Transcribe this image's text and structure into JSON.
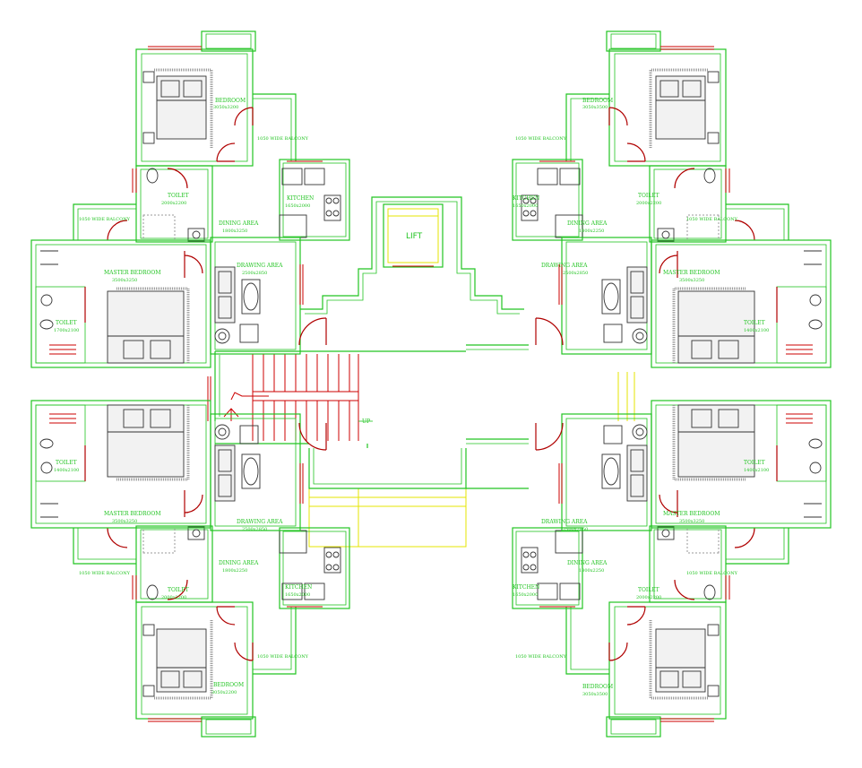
{
  "plan": {
    "lift_label": "LIFT",
    "stair_label": "UP",
    "units": [
      {
        "id": "tl",
        "bedroom": {
          "name": "BEDROOM",
          "size": "3050x3200"
        },
        "balcony_top": "1050 WIDE BALCONY",
        "kitchen": {
          "name": "KITCHEN",
          "size": "1650x2000"
        },
        "toilet": {
          "name": "TOILET",
          "size": "2000x2200"
        },
        "balcony_side": "1050 WIDE BALCONY",
        "dining": {
          "name": "DINING AREA",
          "size": "1800x3250"
        },
        "drawing": {
          "name": "DRAWING AREA",
          "size": "2500x2850"
        },
        "master": {
          "name": "MASTER BEDROOM",
          "size": "3500x3250"
        },
        "toilet2": {
          "name": "TOILET",
          "size": "1700x2100"
        }
      },
      {
        "id": "tr",
        "bedroom": {
          "name": "BEDROOM",
          "size": "3050x3500"
        },
        "balcony_top": "1050 WIDE BALCONY",
        "kitchen": {
          "name": "KITCHEN",
          "size": "1650x2000"
        },
        "toilet": {
          "name": "TOILET",
          "size": "2000x2200"
        },
        "balcony_side": "1050 WIDE BALCONY",
        "dining": {
          "name": "DINING AREA",
          "size": "1800x2250"
        },
        "drawing": {
          "name": "DRAWING AREA",
          "size": "2500x2850"
        },
        "master": {
          "name": "MASTER BEDROOM",
          "size": "3500x3250"
        },
        "toilet2": {
          "name": "TOILET",
          "size": "1400x2100"
        }
      },
      {
        "id": "bl",
        "bedroom": {
          "name": "BEDROOM",
          "size": "3050x2200"
        },
        "balcony_top": "1050 WIDE BALCONY",
        "kitchen": {
          "name": "KITCHEN",
          "size": "1650x2000"
        },
        "toilet": {
          "name": "TOILET",
          "size": "2000x2200"
        },
        "balcony_side": "1050 WIDE BALCONY",
        "dining": {
          "name": "DINING AREA",
          "size": "1800x2250"
        },
        "drawing": {
          "name": "DRAWING AREA",
          "size": "2500x2850"
        },
        "master": {
          "name": "MASTER BEDROOM",
          "size": "3500x3250"
        },
        "toilet2": {
          "name": "TOILET",
          "size": "1400x2100"
        }
      },
      {
        "id": "br",
        "bedroom": {
          "name": "BEDROOM",
          "size": "3050x3500"
        },
        "balcony_top": "1050 WIDE BALCONY",
        "kitchen": {
          "name": "KITCHEN",
          "size": "1650x2000"
        },
        "toilet": {
          "name": "TOILET",
          "size": "2000x2200"
        },
        "balcony_side": "1050 WIDE BALCONY",
        "dining": {
          "name": "DINING AREA",
          "size": "1800x2250"
        },
        "drawing": {
          "name": "DRAWING AREA",
          "size": "2500x2850"
        },
        "master": {
          "name": "MASTER BEDROOM",
          "size": "3500x3250"
        },
        "toilet2": {
          "name": "TOILET",
          "size": "1400x2100"
        }
      }
    ]
  },
  "colors": {
    "wall": "#22c422",
    "door": "#b00000",
    "window": "#cc0000",
    "shaft": "#e6e600",
    "furniture": "#333333"
  }
}
